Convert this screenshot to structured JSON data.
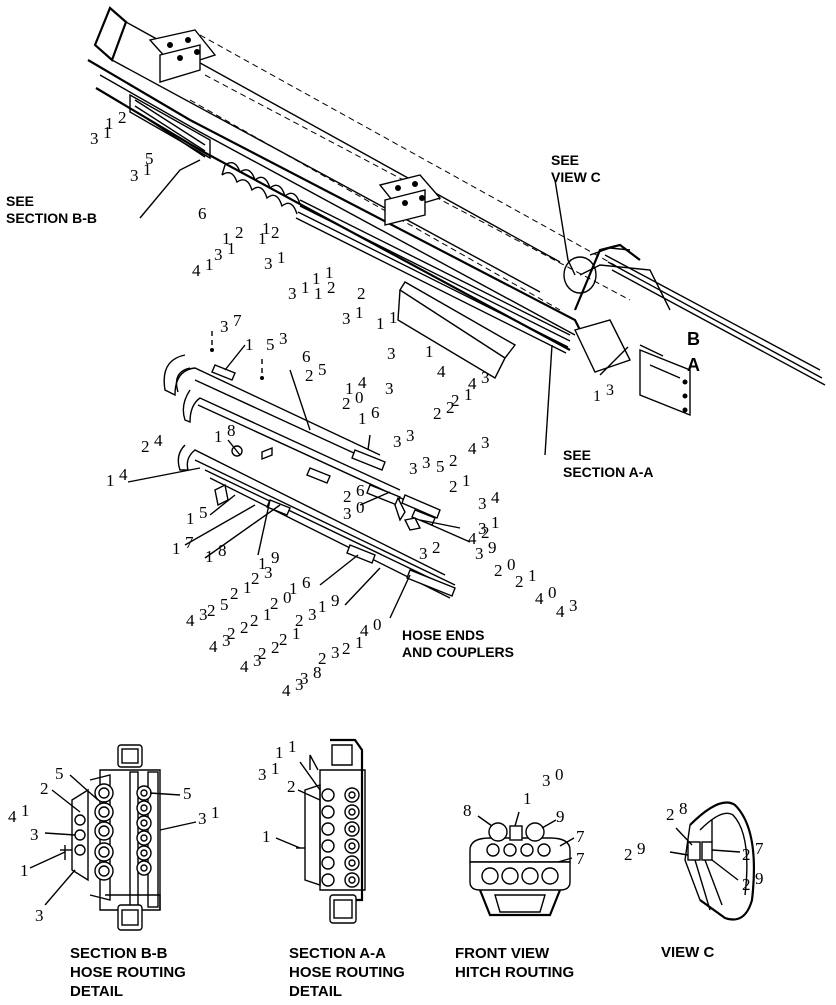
{
  "callouts": {
    "see_section_bb": "SEE\nSECTION B-B",
    "see_view_c": "SEE\nVIEW C",
    "see_section_aa": "SEE\nSECTION A-A",
    "hose_ends": "HOSE ENDS\nAND COUPLERS",
    "letter_a": "A",
    "letter_b": "B"
  },
  "captions": {
    "section_bb": "SECTION B-B\nHOSE ROUTING\nDETAIL",
    "section_aa": "SECTION A-A\nHOSE ROUTING\nDETAIL",
    "front_view": "FRONT VIEW\nHITCH ROUTING",
    "view_c": "VIEW C"
  },
  "part_numbers": {
    "n1": "1\n2",
    "n2": "3\n1",
    "n3": "5",
    "n4": "3\n1",
    "n5": "6",
    "n6": "1",
    "n7": "1\n2",
    "n8": "3\n1",
    "n9": "4\n1",
    "n10": "1\n2",
    "n11": "3\n1",
    "n12": "1\n1",
    "n13": "2",
    "n14": "3\n1",
    "n15": "1\n2",
    "n16": "1\n1",
    "n17": "3\n1",
    "n18": "1",
    "n19": "4",
    "n20": "4\n3",
    "n21": "3",
    "n22": "1\n3",
    "n23": "3\n7",
    "n24": "1",
    "n25": "5\n3",
    "n26": "6",
    "n27": "2\n5",
    "n28": "1\n4",
    "n29": "3",
    "n30": "2\n0",
    "n31": "1\n6",
    "n32": "2\n2",
    "n33": "2\n1",
    "n34": "3\n3",
    "n35": "4\n3",
    "n36": "2\n4",
    "n37": "1\n8",
    "n38": "1\n4",
    "n39": "3\n3",
    "n40": "5\n2",
    "n41": "2\n1",
    "n42": "3\n4",
    "n43": "2\n6",
    "n44": "3\n0",
    "n45": "3\n1",
    "n46": "4\n2",
    "n47": "1\n5",
    "n48": "1\n7",
    "n49": "1\n8",
    "n50": "1\n9",
    "n51": "3\n2",
    "n52": "3\n9",
    "n53": "2\n0",
    "n54": "2\n1",
    "n55": "4\n0",
    "n56": "4\n3",
    "n57": "2\n3",
    "n58": "1\n6",
    "n59": "2\n1",
    "n60": "2\n0",
    "n61": "1\n9",
    "n62": "2\n5",
    "n63": "4\n3",
    "n64": "2\n1",
    "n65": "2\n3",
    "n66": "4\n0",
    "n67": "2\n2",
    "n68": "2\n1",
    "n69": "2\n1",
    "n70": "4\n3",
    "n71": "2\n2",
    "n72": "2\n3",
    "n73": "4\n3",
    "n74": "3\n8",
    "n75": "4\n3",
    "s1": "5",
    "s2": "2",
    "s3": "4\n1",
    "s4": "3",
    "s5": "1",
    "s6": "3",
    "s7": "5",
    "s8": "3\n1",
    "s9": "1\n1",
    "s10": "3\n1",
    "s11": "2",
    "s12": "1",
    "s13": "3\n0",
    "s14": "8",
    "s15": "1",
    "s16": "9",
    "s17": "7",
    "s18": "7",
    "s19": "2\n8",
    "s20": "2\n7",
    "s21": "2\n9",
    "s22": "2\n9"
  }
}
